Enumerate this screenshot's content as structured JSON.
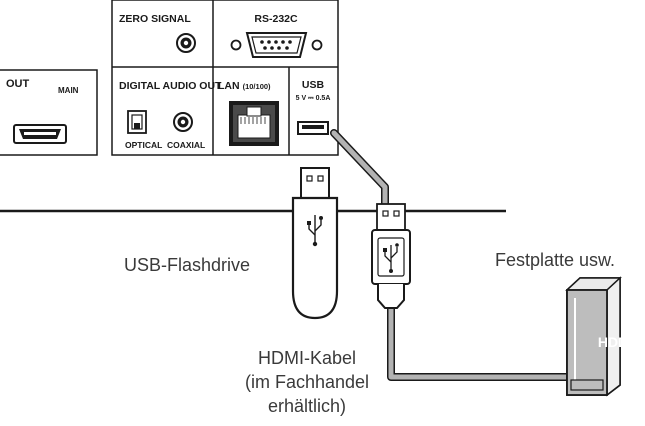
{
  "panel": {
    "out_label": "OUT",
    "out_sub": "MAIN",
    "zero_signal": "ZERO SIGNAL",
    "rs232c": "RS-232C",
    "digital_audio_out": "DIGITAL AUDIO OUT",
    "lan": "LAN",
    "lan_sub": "(10/100)",
    "usb": "USB",
    "usb_rating": "5 V ⎓ 0.5A",
    "optical": "OPTICAL",
    "coaxial": "COAXIAL"
  },
  "devices": {
    "flashdrive_label": "USB-Flashdrive",
    "harddisk_label": "Festplatte usw.",
    "hdd_text": "HDD"
  },
  "cable": {
    "line1": "HDMI-Kabel",
    "line2": "(im Fachhandel",
    "line3": "erhältlich)"
  },
  "colors": {
    "cable": "#9a9a9a",
    "outline": "#1a1a1a",
    "hdd_body": "#bfbfbf"
  }
}
